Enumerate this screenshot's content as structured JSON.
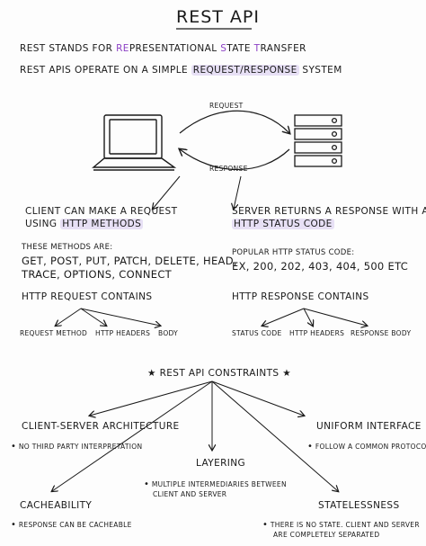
{
  "title": "REST API",
  "intro": {
    "line1_a": "REST STANDS FOR ",
    "line1_r": "RE",
    "line1_b": "PRESENTATIONAL ",
    "line1_s": "S",
    "line1_c": "TATE ",
    "line1_t": "T",
    "line1_d": "RANSFER",
    "line2_a": "REST APIS OPERATE ON A SIMPLE ",
    "line2_hl": "REQUEST/RESPONSE",
    "line2_b": " SYSTEM"
  },
  "flow": {
    "request_label": "REQUEST",
    "response_label": "RESPONSE"
  },
  "client": {
    "line1": "CLIENT CAN MAKE A REQUEST",
    "line2_a": "USING ",
    "line2_hl": "HTTP METHODS",
    "methods_heading": "THESE METHODS ARE:",
    "methods_line1": "GET, POST, PUT, PATCH, DELETE, HEAD,",
    "methods_line2": "TRACE, OPTIONS, CONNECT",
    "contains_heading": "HTTP REQUEST CONTAINS",
    "contains_items": [
      "REQUEST METHOD",
      "HTTP HEADERS",
      "BODY"
    ]
  },
  "server": {
    "line1": "SERVER RETURNS A RESPONSE WITH AN",
    "line2_hl": "HTTP STATUS CODE",
    "codes_heading": "POPULAR HTTP STATUS CODE:",
    "codes_line": "EX, 200, 202, 403, 404, 500 ETC",
    "contains_heading": "HTTP RESPONSE CONTAINS",
    "contains_items": [
      "STATUS CODE",
      "HTTP HEADERS",
      "RESPONSE BODY"
    ]
  },
  "constraints": {
    "heading": "REST API CONSTRAINTS",
    "star": "★",
    "items": [
      {
        "name": "CLIENT-SERVER ARCHITECTURE",
        "notes": [
          "NO THIRD PARTY INTERPRETATION"
        ]
      },
      {
        "name": "UNIFORM INTERFACE",
        "notes": [
          "FOLLOW A COMMON PROTOCOL"
        ]
      },
      {
        "name": "LAYERING",
        "notes": [
          "MULTIPLE INTERMEDIARIES BETWEEN",
          "CLIENT AND SERVER"
        ]
      },
      {
        "name": "CACHEABILITY",
        "notes": [
          "RESPONSE CAN BE CACHEABLE"
        ]
      },
      {
        "name": "STATELESSNESS",
        "notes": [
          "THERE IS NO STATE. CLIENT AND SERVER",
          "ARE COMPLETELY SEPARATED"
        ]
      }
    ]
  },
  "icons": {
    "client": "laptop-icon",
    "server": "server-rack-icon"
  },
  "colors": {
    "ink": "#1a1a1a",
    "highlight": "#e7e0f5",
    "accent": "#8b3fc4"
  }
}
